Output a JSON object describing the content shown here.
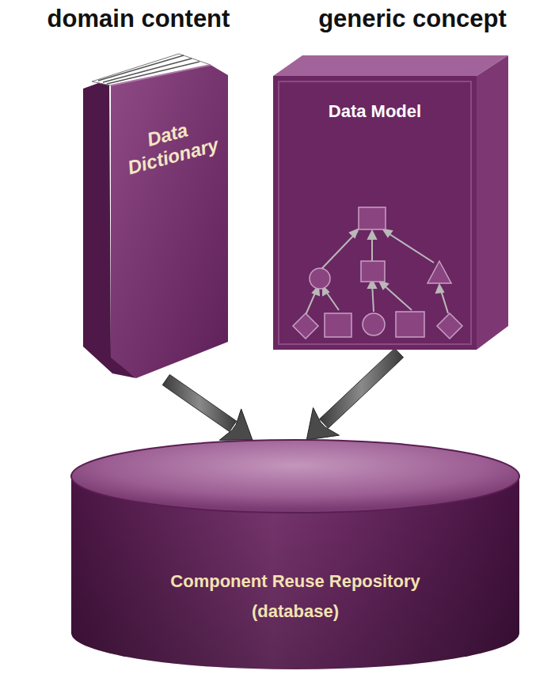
{
  "diagram": {
    "nodes": [
      {
        "text": [
          "domain content",
          "Data Dictionary"
        ]
      },
      {
        "text": [
          "generic concept",
          "Data Model"
        ]
      },
      {
        "text": [
          "Component Reuse Repository",
          "(database)"
        ]
      }
    ],
    "edges": [
      {
        "from": 0,
        "to": 2,
        "arrow": "to"
      },
      {
        "from": 1,
        "to": 2,
        "arrow": "to"
      }
    ]
  }
}
